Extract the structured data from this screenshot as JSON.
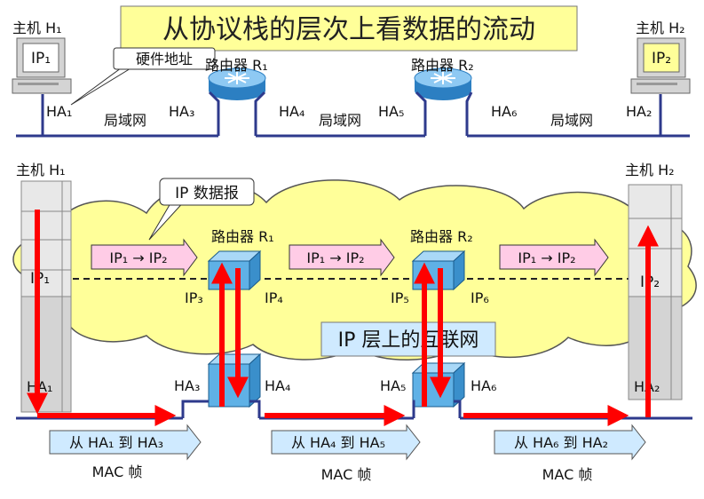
{
  "title": "从协议栈的层次上看数据的流动",
  "top": {
    "host1": "主机 H₁",
    "host2": "主机 H₂",
    "ip1": "IP₁",
    "ip2": "IP₂",
    "hw_callout": "硬件地址",
    "router1": "路由器 R₁",
    "router2": "路由器 R₂",
    "ha1": "HA₁",
    "ha2": "HA₂",
    "ha3": "HA₃",
    "ha4": "HA₄",
    "ha5": "HA₅",
    "ha6": "HA₆",
    "lan1": "局域网",
    "lan2": "局域网",
    "lan3": "局域网"
  },
  "bottom": {
    "host1": "主机 H₁",
    "host2": "主机 H₂",
    "callout": "IP 数据报",
    "router1": "路由器 R₁",
    "router2": "路由器 R₂",
    "datagram": "IP₁ → IP₂",
    "ip1": "IP₁",
    "ip2": "IP₂",
    "ip3": "IP₃",
    "ip4": "IP₄",
    "ip5": "IP₅",
    "ip6": "IP₆",
    "ha1": "HA₁",
    "ha2": "HA₂",
    "ha3": "HA₃",
    "ha4": "HA₄",
    "ha5": "HA₅",
    "ha6": "HA₆",
    "internet": "IP 层上的互联网",
    "frame1": "从 HA₁ 到 HA₃",
    "frame2": "从 HA₄ 到 HA₅",
    "frame3": "从 HA₆ 到 HA₂",
    "mac": "MAC 帧"
  }
}
